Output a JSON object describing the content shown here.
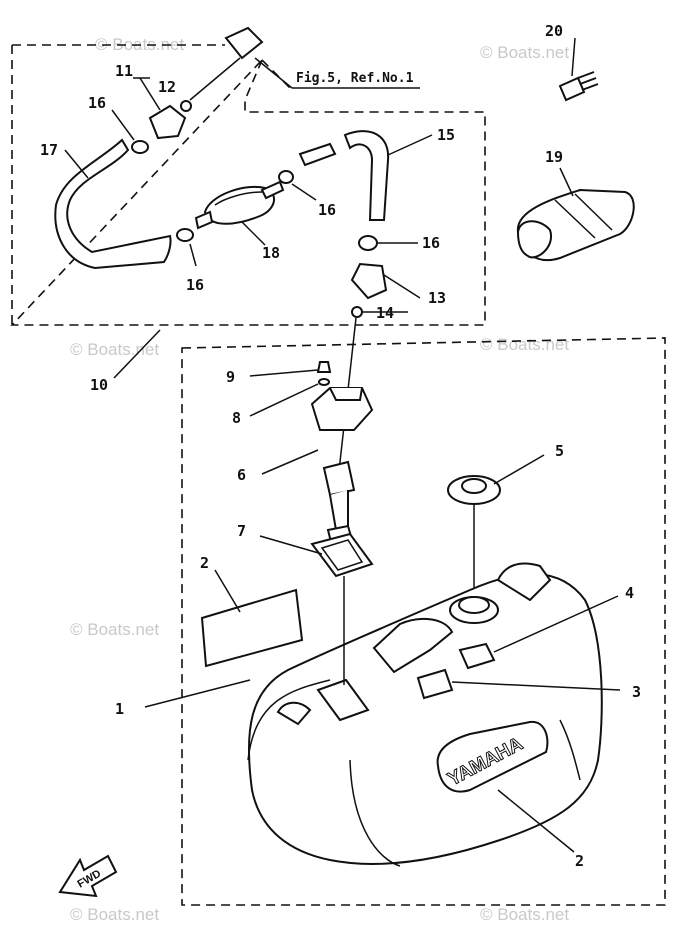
{
  "reference_note": "Fig.5, Ref.No.1",
  "brand_text": "YAMAHA",
  "fwd_text": "FWD",
  "watermark": "© Boats.net",
  "labels": {
    "p1": "1",
    "p2a": "2",
    "p2b": "2",
    "p3": "3",
    "p4": "4",
    "p5": "5",
    "p6": "6",
    "p7": "7",
    "p8": "8",
    "p9": "9",
    "p10": "10",
    "p11": "11",
    "p12": "12",
    "p13": "13",
    "p14": "14",
    "p15": "15",
    "p16a": "16",
    "p16b": "16",
    "p16c": "16",
    "p16d": "16",
    "p17": "17",
    "p18": "18",
    "p19": "19",
    "p20": "20"
  }
}
